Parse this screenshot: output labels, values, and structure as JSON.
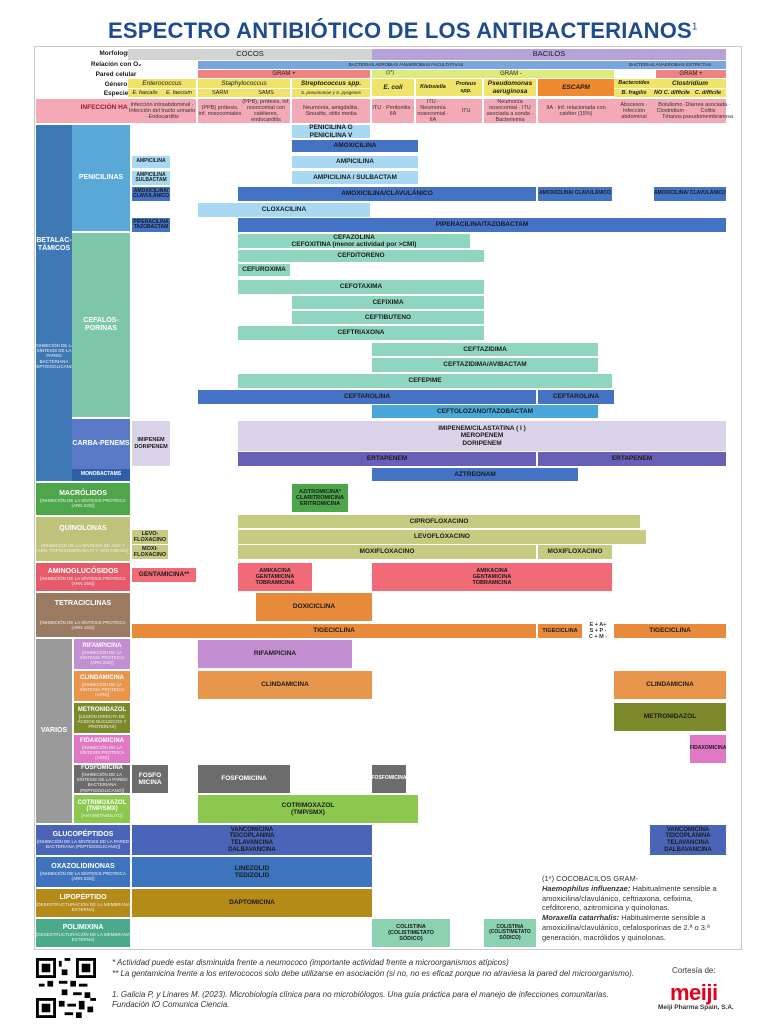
{
  "title": "ESPECTRO ANTIBIÓTICO DE LOS ANTIBACTERIANOS",
  "title_sup": "1",
  "header_labels": {
    "morfologia": "Morfología",
    "relacion": "Relación con O₂",
    "pared": "Pared celular",
    "genero": "Género",
    "especie": "Especie",
    "infeccion": "INFECCIÓN HABITUAL"
  },
  "morfologia": {
    "cocos": "COCOS",
    "bacilos": "BACILOS"
  },
  "relacion": {
    "aerobias": "BACTERIAS AEROBIAS /ANAEROBIAS FACULTATIVAS",
    "anaerobias": "BACTERIAS ANAEROBIAS ESTRICTAS"
  },
  "pared": {
    "gram_pos_1": "GRAM +",
    "gram_neg_note": "(1*)",
    "gram_neg": "GRAM -",
    "gram_pos_2": "GRAM +"
  },
  "generos": {
    "enterococcus": "Enterococcus",
    "staphylococcus": "Staphylococcus",
    "streptococcus": "Streptococcus spp.",
    "ecoli": "E. coli",
    "klebsiella": "Klebsiella",
    "proteus": "Proteus spp.",
    "pseudomonas": "Pseudomonas aeruginosa",
    "escapm": "ESCAPM",
    "bacteroides": "Bacteroides",
    "clostridium": "Clostridium"
  },
  "especies": {
    "efaecalis": "E. faecalis",
    "efaecium": "E. faecium",
    "sarm": "SARM",
    "sams": "SAMS",
    "strep": "S. pneumoniae y S. pyogenes",
    "bfragilis": "B. fragilis",
    "nocdiff": "NO C. difficile",
    "cdiff": "C. difficile"
  },
  "infecciones": {
    "enterococcus": "Infección intraabdominal · Infección del tracto urinario · Endocarditis",
    "sarm": "(PPB) prótesis, inf. nosocomiales",
    "sams": "(PPB), prótesis, inf. nosocomial con catéteres, endocarditis",
    "strep": "Neumonía, amigdalitis, Sinusitis, otitis media",
    "ecoli": "ITU · Peritonitis · IIA",
    "klebsiella": "ITU · Neumonía nosocomial · IIA",
    "proteus": "ITU",
    "pseudomonas": "Neumonía nosocomial · ITU asociada a sonda · Bacteriemia",
    "escapm": "IIA · Inf. relacionada con catéter (15%)",
    "bacteroides": "Abscesos · Infección abdominal",
    "nocdiff": "Botulismo · Clostridium · Tétanos",
    "cdiff": "Diarrea asociada · Colitis pseudomembranosa"
  },
  "categorias": {
    "betalac": "BETALAC-TÁMICOS",
    "betalac_sub": "[INHIBICIÓN DE LA SÍNTESIS DE LA PARED BACTERIANA (PEPTIDOGLICANO)]",
    "penicilinas": "PENICILINAS",
    "cefalosporinas": "CEFALOS-PORINAS",
    "carbapenems": "CARBA-PENEMS",
    "monobactams": "MONOBACTAMS",
    "macrolidos": "MACRÓLIDOS",
    "macrolidos_sub": "[INHIBICIÓN DE LA SÍNTESIS PROTEICA (ARN 23S)]",
    "quinolonas": "QUINOLONAS",
    "quinolonas_sub": "[INHIBICIÓN DE LA SÍNTESIS DE ADN Y ARN, TOPOISOMERASA IV Y ADN GIRASA]",
    "aminoglucosidos": "AMINOGLUCÓSIDOS",
    "aminoglucosidos_sub": "[INHIBICIÓN DE LA SÍNTESIS PROTEICA (ARN 16S)]",
    "tetraciclinas": "TETRACICLINAS",
    "tetraciclinas_sub": "[INHIBICIÓN DE LA SÍNTESIS PROTEICA (ARN 16S)]",
    "varios": "VARIOS",
    "rifampicina": "RIFAMPICINA",
    "rifampicina_sub": "[INHIBICIÓN DE LA SÍNTESIS PROTEICA (ARN 23S)]",
    "clindamicina": "CLINDAMICINA",
    "clindamicina_sub": "[INHIBICIÓN DE LA SÍNTESIS PROTEICA (ARN)]",
    "metronidazol": "METRONIDAZOL",
    "metronidazol_sub": "[LESIÓN DIRECTA DE ÁCIDOS NUCLEICOS Y PROTEÍNAS]",
    "fidaxomicina": "FIDAXOMICINA",
    "fidaxomicina_sub": "[INHIBICIÓN DE LA SÍNTESIS PROTEICA (ARN)]",
    "fosfomicina": "FOSFOMICINA",
    "fosfomicina_sub": "[INHIBICIÓN DE LA SÍNTESIS DE LA PARED BACTERIANA (PEPTIDOGLICANO)]",
    "cotrimoxazol": "COTRIMOXAZOL (TMP/SMX)",
    "cotrimoxazol_sub": "[ANTIMETABOLITO]",
    "glucopeptidos": "GLUCOPÉPTIDOS",
    "glucopeptidos_sub": "[INHIBICIÓN DE LA SÍNTESIS DE LA PARED BACTERIANA (PEPTIDOGLICANO)]",
    "oxazolidinonas": "OXAZOLIDINONAS",
    "oxazolidinonas_sub": "[INHIBICIÓN DE LA SÍNTESIS PROTEICA (ARN 23S)]",
    "lipopeptido": "LIPOPÉPTIDO",
    "lipopeptido_sub": "[DESESTRUCTURACIÓN DE LA MEMBRANA EXTERNA]",
    "polimixina": "POLIMIXINA",
    "polimixina_sub": "[DESESTRUCTURACIÓN DE LA MEMBRANA EXTERNA]"
  },
  "drugs": {
    "penicilina_g": "PENICILINA G\nPENICILINA V",
    "amoxicilina": "AMOXICILINA",
    "ampicilina_s": "AMPICILINA",
    "ampicilina": "AMPICILINA",
    "ampi_sulb_s": "AMPICILINA SULBACTAM",
    "ampi_sulb": "AMPICILINA / SULBACTAM",
    "amoxclav_s": "AMOXICILINA/ CLAVULÁNICO",
    "amoxclav": "AMOXICILINA/CLAVULÁNICO",
    "amoxclav_b": "AMOXICILINA/ CLAVULÁNICO",
    "amoxclav_c": "AMOXICILINA/ CLAVULÁNICO",
    "cloxacilina": "CLOXACILINA",
    "pipetazo_s": "PIPERACILINA TAZOBACTAM",
    "pipetazo": "PIPERACILINA/TAZOBACTAM",
    "cefazolina": "CEFAZOLINA\nCEFOXITINA (menor actividad por >CMI)",
    "cefditoreno": "CEFDITORENO",
    "cefuroxima": "CEFUROXIMA",
    "cefotaxima": "CEFOTAXIMA",
    "cefixima": "CEFIXIMA",
    "ceftibuteno": "CEFTIBUTENO",
    "ceftriaxona": "CEFTRIAXONA",
    "ceftazidima": "CEFTAZIDIMA",
    "ceftazavi": "CEFTAZIDIMA/AVIBACTAM",
    "cefepime": "CEFEPIME",
    "ceftarolina": "CEFTAROLINA",
    "ceftarolina_b": "CEFTAROLINA",
    "ceftolozano": "CEFTOLOZANO/TAZOBACTAM",
    "imipenem_s": "IMIPENEM\nDORIPENEM",
    "imipenem": "IMIPENEM/CILASTATINA ( I )\nMEROPENEM\nDORIPENEM",
    "ertapenem": "ERTAPENEM",
    "ertapenem_b": "ERTAPENEM",
    "aztreonam": "AZTREONAM",
    "azitromicina": "AZITROMICINA*\nCLARITROMICINA\nERITROMICINA",
    "ciprofloxacino": "CIPROFLOXACINO",
    "levo_s": "LEVO-\nFLOXACINO",
    "levofloxacino": "LEVOFLOXACINO",
    "moxi_s": "MOXI-\nFLOXACINO",
    "moxifloxacino": "MOXIFLOXACINO",
    "moxifloxacino_b": "MOXIFLOXACINO",
    "gentamicina": "GENTAMICINA**",
    "amikacina_a": "AMIKACINA\nGENTAMICINA\nTOBRAMICINA",
    "amikacina_b": "AMIKACINA\nGENTAMICINA\nTOBRAMICINA",
    "doxiciclina": "DOXICICLINA",
    "tigeciclina": "TIGECICLINA",
    "tigeciclina_s": "TIGECICLINA",
    "tige_note": "E + A+\nS + P -\nC + M -",
    "tigeciclina_b": "TIGECICLINA",
    "rifampicina": "RIFAMPICINA",
    "clindamicina": "CLINDAMICINA",
    "clindamicina_b": "CLINDAMICINA",
    "metronidazol": "METRONIDAZOL",
    "fidaxomicina": "FIDAXOMICINA",
    "fosfo_s": "FOSFO\nMICINA",
    "fosfomicina": "FOSFOMICINA",
    "fosfomicina_b": "FOSFOMICINA",
    "cotrimoxazol": "COTRIMOXAZOL\n(TMP/SMX)",
    "vancomicina": "VANCOMICINA\nTEICOPLANINA\nTELAVANCINA\nDALBAVANCINA",
    "vancomicina_b": "VANCOMICINA\nTEICOPLANINA\nTELAVANCINA\nDALBAVANCINA",
    "linezolid": "LINEZOLID\nTEDIZOLID",
    "daptomicina": "DAPTOMICINA",
    "colistina": "COLISTINA\n(COLISTIMETATO\nSÓDICO)",
    "colistina_b": "COLISTINA\n(COLISTIMETATO\nSÓDICO)"
  },
  "gram_note": {
    "heading": "(1*) COCOBACILOS GRAM-",
    "haemophilus": "Haemophilus influenzae:",
    "haemophilus_text": " Habitualmente sensible a amoxicilina/clavulánico, ceftriaxona, cefixima, cefditoreno, azitromicina y quinolonas.",
    "moraxella": "Moraxella catarrhalis:",
    "moraxella_text": " Habitualmente sensible a amoxicilina/clavulánico, cefalosporinas de 2.ª o 3.ª generación, macrólidos y quinolonas."
  },
  "footnotes": {
    "f1": "* Actividad puede estar disminuida frente a neumococo (importante actividad frente a microorganismos atípicos)",
    "f2": "** La gentamicina frente a los enterococos solo debe utilizarse en asociación (si no, no es eficaz porque no atraviesa la pared del microorganismo).",
    "f3": "1. Galicia P, y Linares M. (2023). Microbiología clínica para no microbiólogos. Una guía práctica para el manejo de infecciones comunitarias. Fundación IO Comunica Ciencia."
  },
  "cortesia": "Cortesía de:",
  "brand": "meiji",
  "brand_sub": "Meiji Pharma Spain, S.A.",
  "colors": {
    "title": "#1f4b93",
    "penicillin": "#4472c4",
    "penicillin_light": "#a9d8f2",
    "cephalo": "#8fd5c0",
    "carbapenem": "#d9d2e9",
    "monobactam": "#6a5fb6",
    "macrolide": "#4ea64a",
    "quinolone": "#c5cc82",
    "aminoglyc": "#f06a78",
    "tetracycline": "#e88a3c",
    "rifampicin": "#c48ed2",
    "clindamycin": "#e8964c",
    "metronidazole": "#7c8a2c",
    "fidaxomicin": "#e078c6",
    "fosfomycin": "#6c6c6c",
    "cotrimoxazole": "#8cc850",
    "glycopeptide": "#4a64b8",
    "oxazolidinone": "#3d74bd",
    "lipopeptide": "#b48a18",
    "polymyxin": "#4aaa8a"
  }
}
